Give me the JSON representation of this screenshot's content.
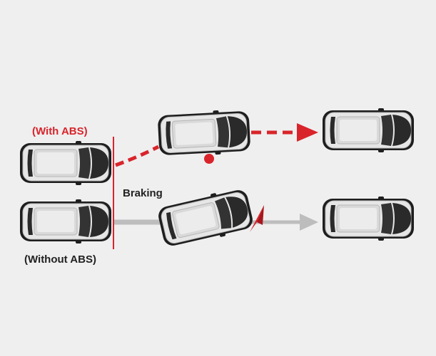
{
  "labels": {
    "with_abs": "(With ABS)",
    "braking": "Braking",
    "without_abs": "(Without ABS)"
  },
  "colors": {
    "background": "#efefef",
    "abs_red": "#d9242b",
    "path_gray": "#bdbdbd",
    "car_body": "#e8e8e8",
    "car_dark": "#1e1e1e"
  },
  "icons": {
    "car": "car-top-view-icon",
    "arrow": "arrow-right-icon",
    "obstacle_dot": "red-dot-icon",
    "obstacle_cone": "red-cone-icon"
  }
}
